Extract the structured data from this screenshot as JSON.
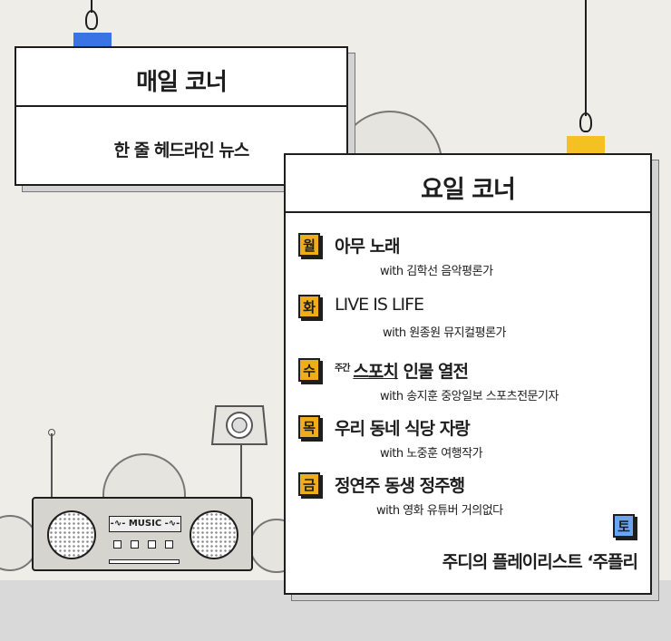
{
  "daily": {
    "title": "매일 코너",
    "item": "한 줄 헤드라인 뉴스"
  },
  "weekday": {
    "title": "요일 코너",
    "items": [
      {
        "day": "월",
        "title": "아무 노래",
        "guest": "with 김학선 음악평론가"
      },
      {
        "day": "화",
        "title": "LIVE IS LIFE",
        "guest": "with 원종원 뮤지컬평론가"
      },
      {
        "day": "수",
        "title_prefix": "주간",
        "title_underlined": "스포치",
        "title_rest": " 인물 열전",
        "guest": "with 송지훈 중앙일보 스포츠전문기자"
      },
      {
        "day": "목",
        "title": "우리 동네 식당 자랑",
        "guest": "with 노중훈 여행작가"
      },
      {
        "day": "금",
        "title": "정연주 동생 정주행",
        "guest": "with 영화 유튜버 거의없다"
      }
    ],
    "saturday": {
      "day": "토",
      "title": "주디의 플레이리스트 ‘주플리"
    }
  },
  "decor": {
    "radio_label": "-∿- MUSIC -∿-",
    "colors": {
      "badge_weekday": "#f0ad1a",
      "badge_saturday": "#6ba4f0",
      "clip_blue": "#3a73e6",
      "clip_yellow": "#f3c222",
      "background": "#efede8",
      "floor": "#d9d9d9"
    },
    "icons": [
      "binder-clip-icon",
      "film-reel-icon",
      "spotlight-icon",
      "radio-icon"
    ]
  }
}
